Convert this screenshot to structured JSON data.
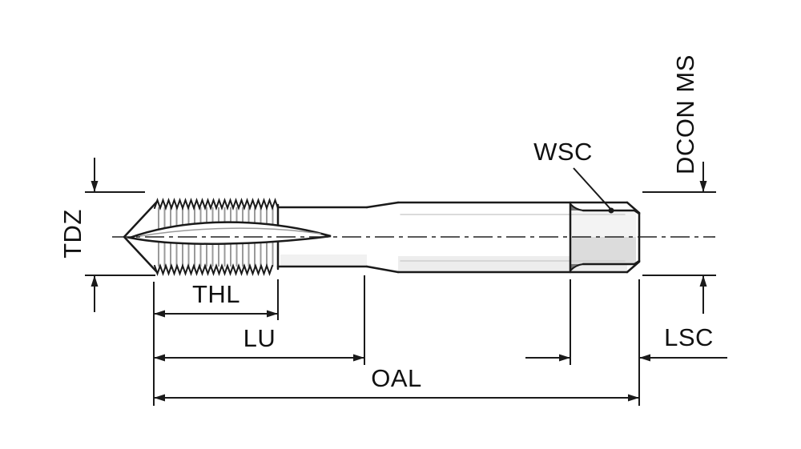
{
  "diagram": {
    "type": "technical-dimension-drawing",
    "labels": {
      "tdz": "TDZ",
      "thl": "THL",
      "lu": "LU",
      "oal": "OAL",
      "wsc": "WSC",
      "dcon_ms": "DCON MS",
      "lsc": "LSC"
    },
    "colors": {
      "line": "#1a1a1a",
      "background": "#ffffff",
      "shading": "#dcdcdc"
    }
  }
}
